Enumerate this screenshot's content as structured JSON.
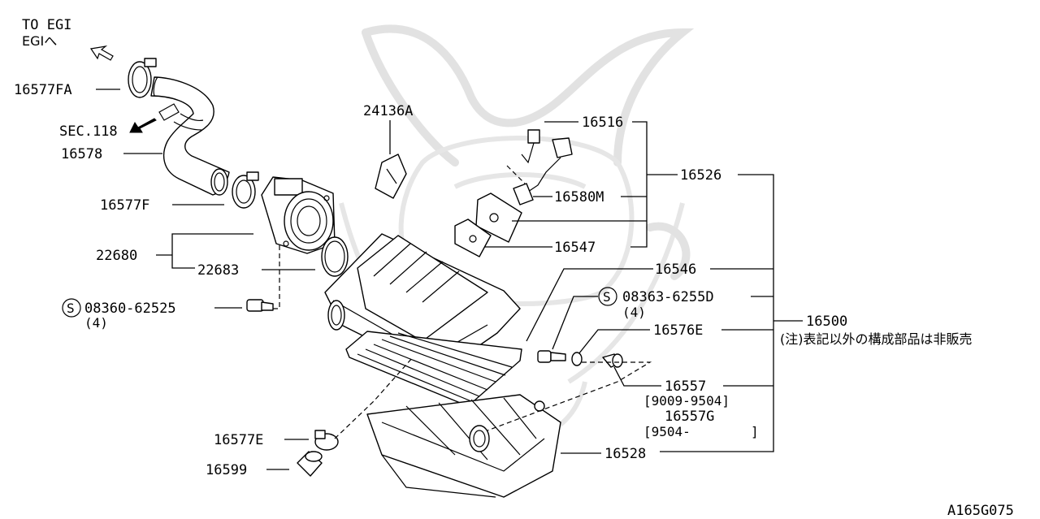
{
  "labels": {
    "to_egi": "TO EGI",
    "egi_jp": "EGIへ",
    "sec118": "SEC.118",
    "p16577FA": "16577FA",
    "p16578": "16578",
    "p16577F": "16577F",
    "p22680": "22680",
    "p22683": "22683",
    "s_symbol": "S",
    "bolt_a": "08360-62525",
    "bolt_a_qty": "(4)",
    "p24136A": "24136A",
    "p16516": "16516",
    "p16526": "16526",
    "p16580M": "16580M",
    "p16547": "16547",
    "p16546": "16546",
    "bolt_b": "08363-6255D",
    "bolt_b_qty": "(4)",
    "p16500": "16500",
    "note_jp": "(注)表記以外の構成部品は非販売",
    "p16576E": "16576E",
    "p16557": "16557",
    "r16557": "[9009-9504]",
    "p16557G": "16557G",
    "r16557G_start": "[9504-",
    "r16557G_end": "]",
    "p16577E": "16577E",
    "p16599": "16599",
    "p16528": "16528",
    "figure_code": "A165G075"
  },
  "icons": {
    "direction_arrow": "outline-arrow-icon",
    "sec_arrow": "filled-arrow-icon",
    "s_circle": "circled-s-icon"
  },
  "colors": {
    "line": "#000000",
    "background": "#ffffff",
    "watermark": "#e2e2e2"
  }
}
